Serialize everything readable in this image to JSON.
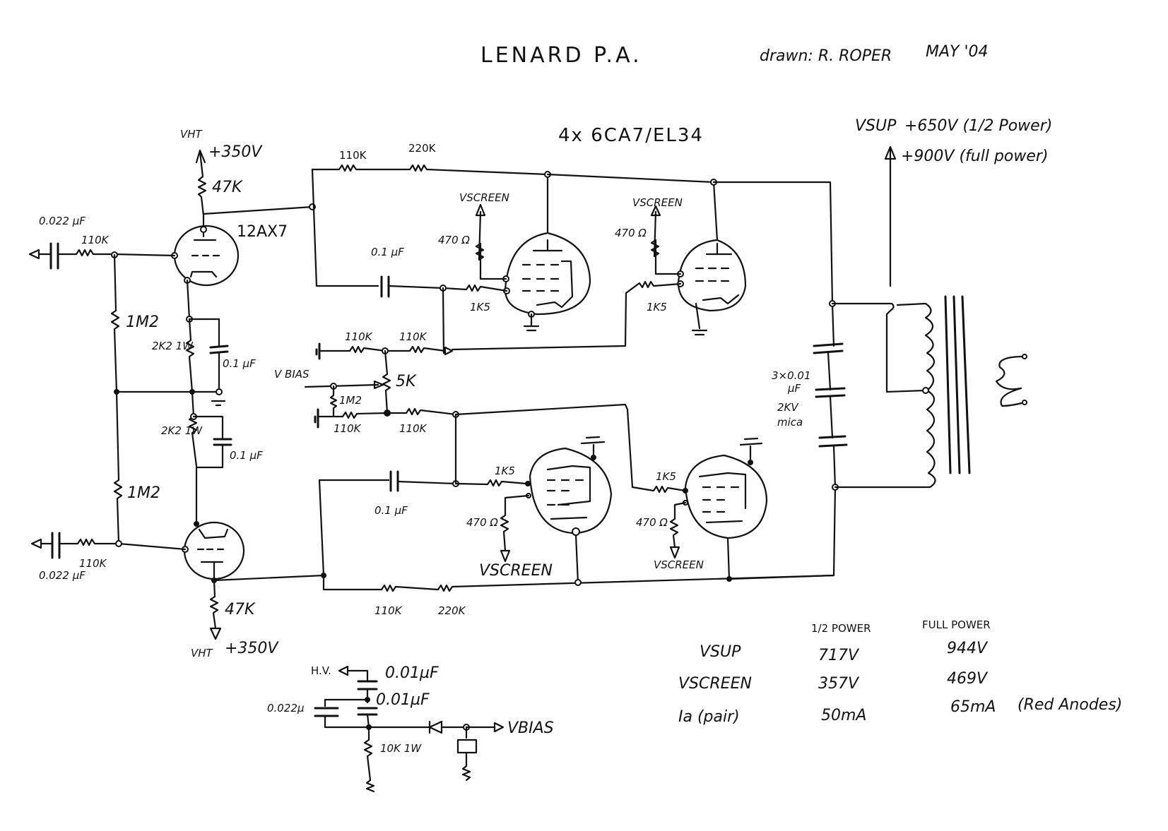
{
  "title": {
    "name": "LENARD P.A.",
    "drawn_by": "drawn: R. ROPER",
    "date": "MAY '04"
  },
  "valves": {
    "driver": "12AX7",
    "output": "4x 6CA7/EL34"
  },
  "supply": {
    "vsup_label": "VSUP",
    "vsup_half": "+650V (1/2 Power)",
    "vsup_full": "+900V (full power)",
    "vht_label": "VHT",
    "vht_value": "+350V"
  },
  "components": {
    "input_cap_top": "0.022 µF",
    "input_cap_bottom": "0.022 µF",
    "input_res_top": "110K",
    "input_res_bottom": "110K",
    "plate_res_top": "47K",
    "cathode_res_bottom": "47K",
    "grid_leak_top": "1M2",
    "grid_leak_bottom": "1M2",
    "cathode_res_1": "2K2 1W",
    "cathode_res_2": "2K2 1W",
    "cathode_cap_1": "0.1 µF",
    "cathode_cap_2": "0.1 µF",
    "fb_res_top_1": "110K",
    "fb_res_top_2": "220K",
    "fb_res_bottom_1": "110K",
    "fb_res_bottom_2": "220K",
    "coupling_cap_top": "0.1 µF",
    "coupling_cap_bottom": "0.1 µF",
    "bias_res_1": "110K",
    "bias_res_2": "110K",
    "bias_res_3": "110K",
    "bias_res_4": "110K",
    "bias_pot": "5K",
    "bias_leak": "1M2",
    "bias_label": "V BIAS",
    "grid_stopper": "1K5",
    "screen_res": "470 Ω",
    "screen_label": "VSCREEN",
    "snubber": "3x0.01 µF 2KV mica"
  },
  "bias_supply": {
    "hv_label": "H.V.",
    "cap_1": "0.01µF",
    "cap_2": "0.01µF",
    "cap_3": "0.022µ",
    "res": "10K 1W",
    "out_label": "VBIAS"
  },
  "table": {
    "headers": [
      "",
      "1/2 POWER",
      "FULL POWER"
    ],
    "rows": [
      {
        "label": "VSUP",
        "half": "717V",
        "full": "944V",
        "note": ""
      },
      {
        "label": "VSCREEN",
        "half": "357V",
        "full": "469V",
        "note": ""
      },
      {
        "label": "Ia (pair)",
        "half": "50mA",
        "full": "65mA",
        "note": "(Red Anodes)"
      }
    ]
  }
}
